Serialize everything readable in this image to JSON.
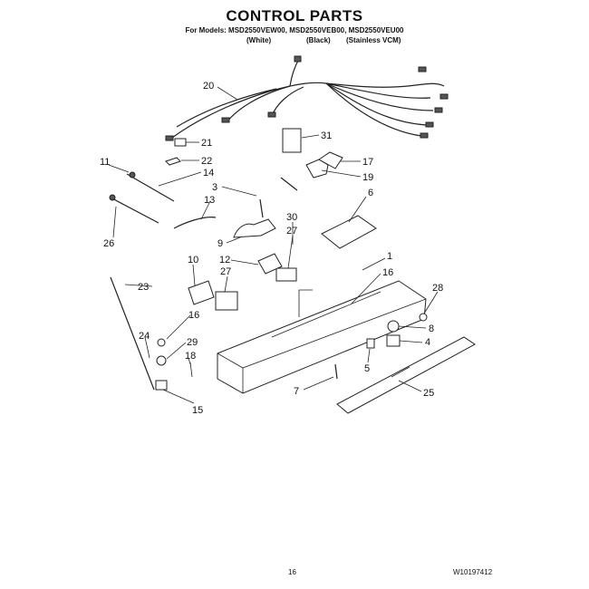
{
  "header": {
    "title": "CONTROL PARTS",
    "models_line": "For Models: MSD2550VEW00, MSD2550VEB00, MSD2550VEU00",
    "variant_white": "(White)",
    "variant_black": "(Black)",
    "variant_stainless": "(Stainless VCM)"
  },
  "footer": {
    "page_number": "16",
    "doc_code": "W10197412"
  },
  "callouts": {
    "c20": "20",
    "c21": "21",
    "c22": "22",
    "c11": "11",
    "c14": "14",
    "c3": "3",
    "c13": "13",
    "c26": "26",
    "c9": "9",
    "c31": "31",
    "c17": "17",
    "c19": "19",
    "c6": "6",
    "c30": "30",
    "c27a": "27",
    "c27b": "27",
    "c10": "10",
    "c12": "12",
    "c1": "1",
    "c16a": "16",
    "c16b": "16",
    "c23": "23",
    "c28": "28",
    "c8": "8",
    "c4": "4",
    "c5": "5",
    "c24": "24",
    "c29": "29",
    "c18": "18",
    "c7": "7",
    "c25": "25",
    "c15": "15"
  }
}
